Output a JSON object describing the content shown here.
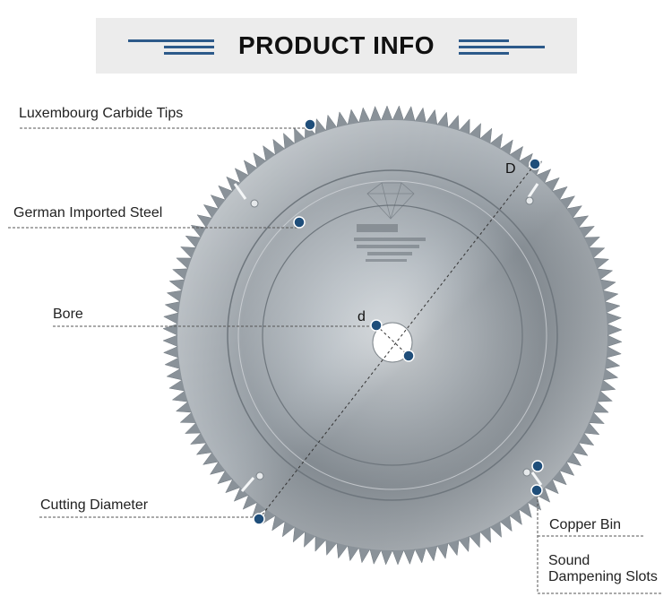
{
  "banner": {
    "title": "PRODUCT INFO"
  },
  "labels": {
    "carbide": "Luxembourg Carbide Tips",
    "steel": "German Imported Steel",
    "bore": "Bore",
    "diameter": "Cutting Diameter",
    "copper": "Copper Bin",
    "sound_line1": "Sound",
    "sound_line2": "Dampening Slots"
  },
  "dimensions": {
    "outer": "D",
    "inner": "d"
  },
  "colors": {
    "accent": "#2d5a8a",
    "marker": "#1f4e7a",
    "banner_bg": "#ececec"
  },
  "icons": {
    "marker": "circle-marker-icon",
    "deco": "triple-line-deco-icon"
  }
}
